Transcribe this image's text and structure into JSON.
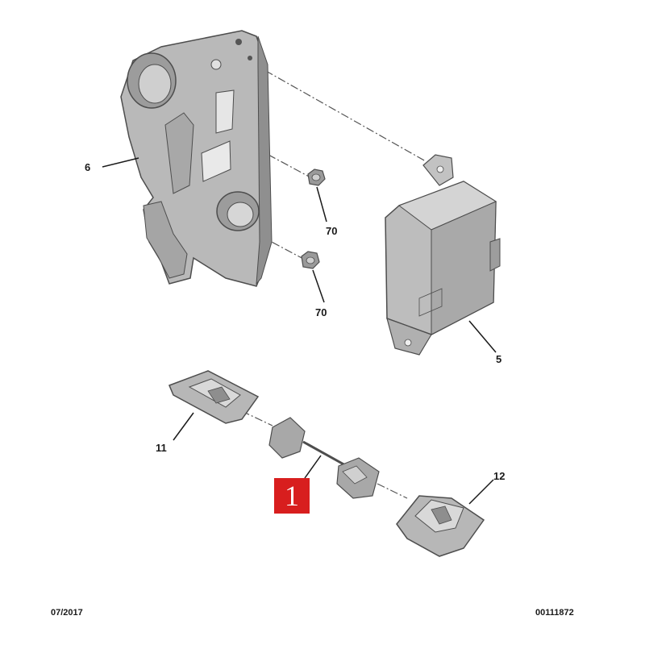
{
  "diagram": {
    "callouts": {
      "bracket": "6",
      "nut_upper": "70",
      "nut_lower": "70",
      "module": "5",
      "cover_left": "11",
      "cover_right": "12"
    },
    "highlight_label": "1",
    "footer": {
      "date": "07/2017",
      "reference": "00111872"
    },
    "colors": {
      "part_fill": "#b8b8b8",
      "part_shadow": "#8e8e8e",
      "outline": "#4a4a4a",
      "highlight_red": "#d81e1e"
    }
  }
}
